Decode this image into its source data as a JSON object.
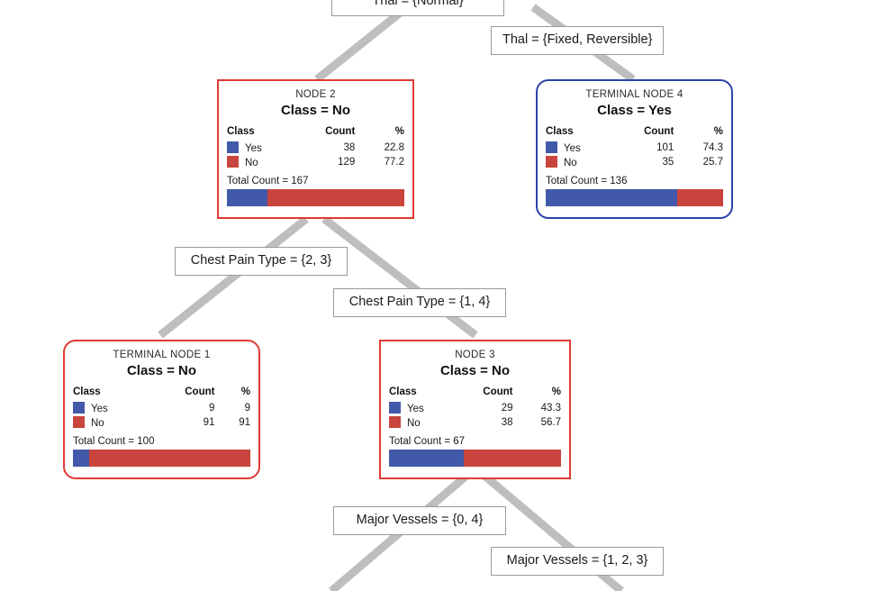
{
  "diagram": {
    "type": "decision-tree",
    "colors": {
      "class_yes": "#4159A8",
      "class_no": "#C9443C",
      "node_border_red": "#E03A34",
      "node_border_blue": "#2B43A8",
      "connector": "#BEBEBE",
      "label_border": "#9A9A9A"
    },
    "table_headers": {
      "class": "Class",
      "count": "Count",
      "pct": "%"
    },
    "split_labels": [
      {
        "id": "thal-normal",
        "text": "Thal = {Normal}"
      },
      {
        "id": "thal-fixed-rev",
        "text": "Thal = {Fixed, Reversible}"
      },
      {
        "id": "cp-2-3",
        "text": "Chest Pain Type = {2, 3}"
      },
      {
        "id": "cp-1-4",
        "text": "Chest Pain Type = {1, 4}"
      },
      {
        "id": "mv-0-4",
        "text": "Major Vessels = {0, 4}"
      },
      {
        "id": "mv-1-2-3",
        "text": "Major Vessels = {1, 2, 3}"
      }
    ],
    "nodes": [
      {
        "id": "node-2",
        "title": "NODE 2",
        "class_line": "Class = No",
        "total_label": "Total Count = 167",
        "total": 167,
        "rows": [
          {
            "label": "Yes",
            "count": "38",
            "pct": "22.8",
            "pct_value": 22.8,
            "color": "#4159A8"
          },
          {
            "label": "No",
            "count": "129",
            "pct": "77.2",
            "pct_value": 77.2,
            "color": "#C9443C"
          }
        ]
      },
      {
        "id": "terminal-node-4",
        "title": "TERMINAL NODE 4",
        "class_line": "Class = Yes",
        "total_label": "Total Count = 136",
        "total": 136,
        "rows": [
          {
            "label": "Yes",
            "count": "101",
            "pct": "74.3",
            "pct_value": 74.3,
            "color": "#4159A8"
          },
          {
            "label": "No",
            "count": "35",
            "pct": "25.7",
            "pct_value": 25.7,
            "color": "#C9443C"
          }
        ]
      },
      {
        "id": "terminal-node-1",
        "title": "TERMINAL NODE 1",
        "class_line": "Class = No",
        "total_label": "Total Count = 100",
        "total": 100,
        "rows": [
          {
            "label": "Yes",
            "count": "9",
            "pct": "9",
            "pct_value": 9,
            "color": "#4159A8"
          },
          {
            "label": "No",
            "count": "91",
            "pct": "91",
            "pct_value": 91,
            "color": "#C9443C"
          }
        ]
      },
      {
        "id": "node-3",
        "title": "NODE 3",
        "class_line": "Class = No",
        "total_label": "Total Count = 67",
        "total": 67,
        "rows": [
          {
            "label": "Yes",
            "count": "29",
            "pct": "43.3",
            "pct_value": 43.3,
            "color": "#4159A8"
          },
          {
            "label": "No",
            "count": "38",
            "pct": "56.7",
            "pct_value": 56.7,
            "color": "#C9443C"
          }
        ]
      }
    ]
  }
}
